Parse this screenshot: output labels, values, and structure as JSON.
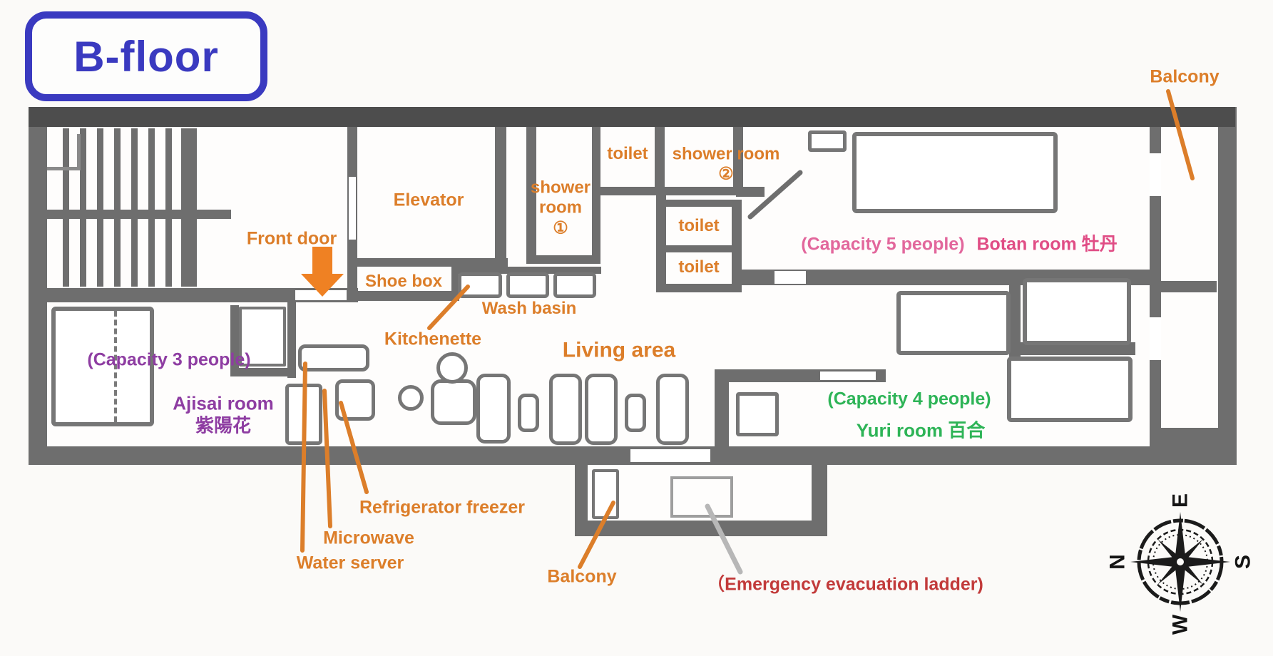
{
  "title": "B-floor",
  "colors": {
    "title_blue": "#3a3ac0",
    "label_orange": "#dc7e2a",
    "botan_pink": "#e04d85",
    "ajisai_purple": "#8e3da2",
    "yuri_green": "#2eb457",
    "emergency_red": "#c23a3a",
    "wall_gray": "#6e6e6e",
    "front_door_arrow": "#ef8123"
  },
  "rooms": {
    "elevator": "Elevator",
    "living_area": "Living area",
    "shower_room_1": {
      "l1": "shower",
      "l2": "room",
      "l3": "①"
    },
    "shower_room_2": {
      "l1": "shower room",
      "l2": "②"
    },
    "toilet_1": "toilet",
    "toilet_2": "toilet",
    "toilet_3": "toilet",
    "botan": {
      "capacity": "(Capacity 5 people)",
      "name": "Botan room 牡丹"
    },
    "ajisai": {
      "capacity": "(Capacity 3 people)",
      "name": "Ajisai room",
      "name_jp": "紫陽花"
    },
    "yuri": {
      "capacity": "(Capacity 4 people)",
      "name": "Yuri room 百合"
    },
    "balcony_top": "Balcony",
    "balcony_bottom": "Balcony"
  },
  "fixtures": {
    "front_door": "Front door",
    "shoe_box": "Shoe box",
    "wash_basin": "Wash basin",
    "kitchenette": "Kitchenette",
    "refrigerator": "Refrigerator freezer",
    "microwave": "Microwave",
    "water_server": "Water server",
    "emergency_ladder": "（Emergency evacuation ladder)"
  },
  "compass": {
    "north": "N",
    "east": "E",
    "south": "S",
    "west": "W"
  }
}
